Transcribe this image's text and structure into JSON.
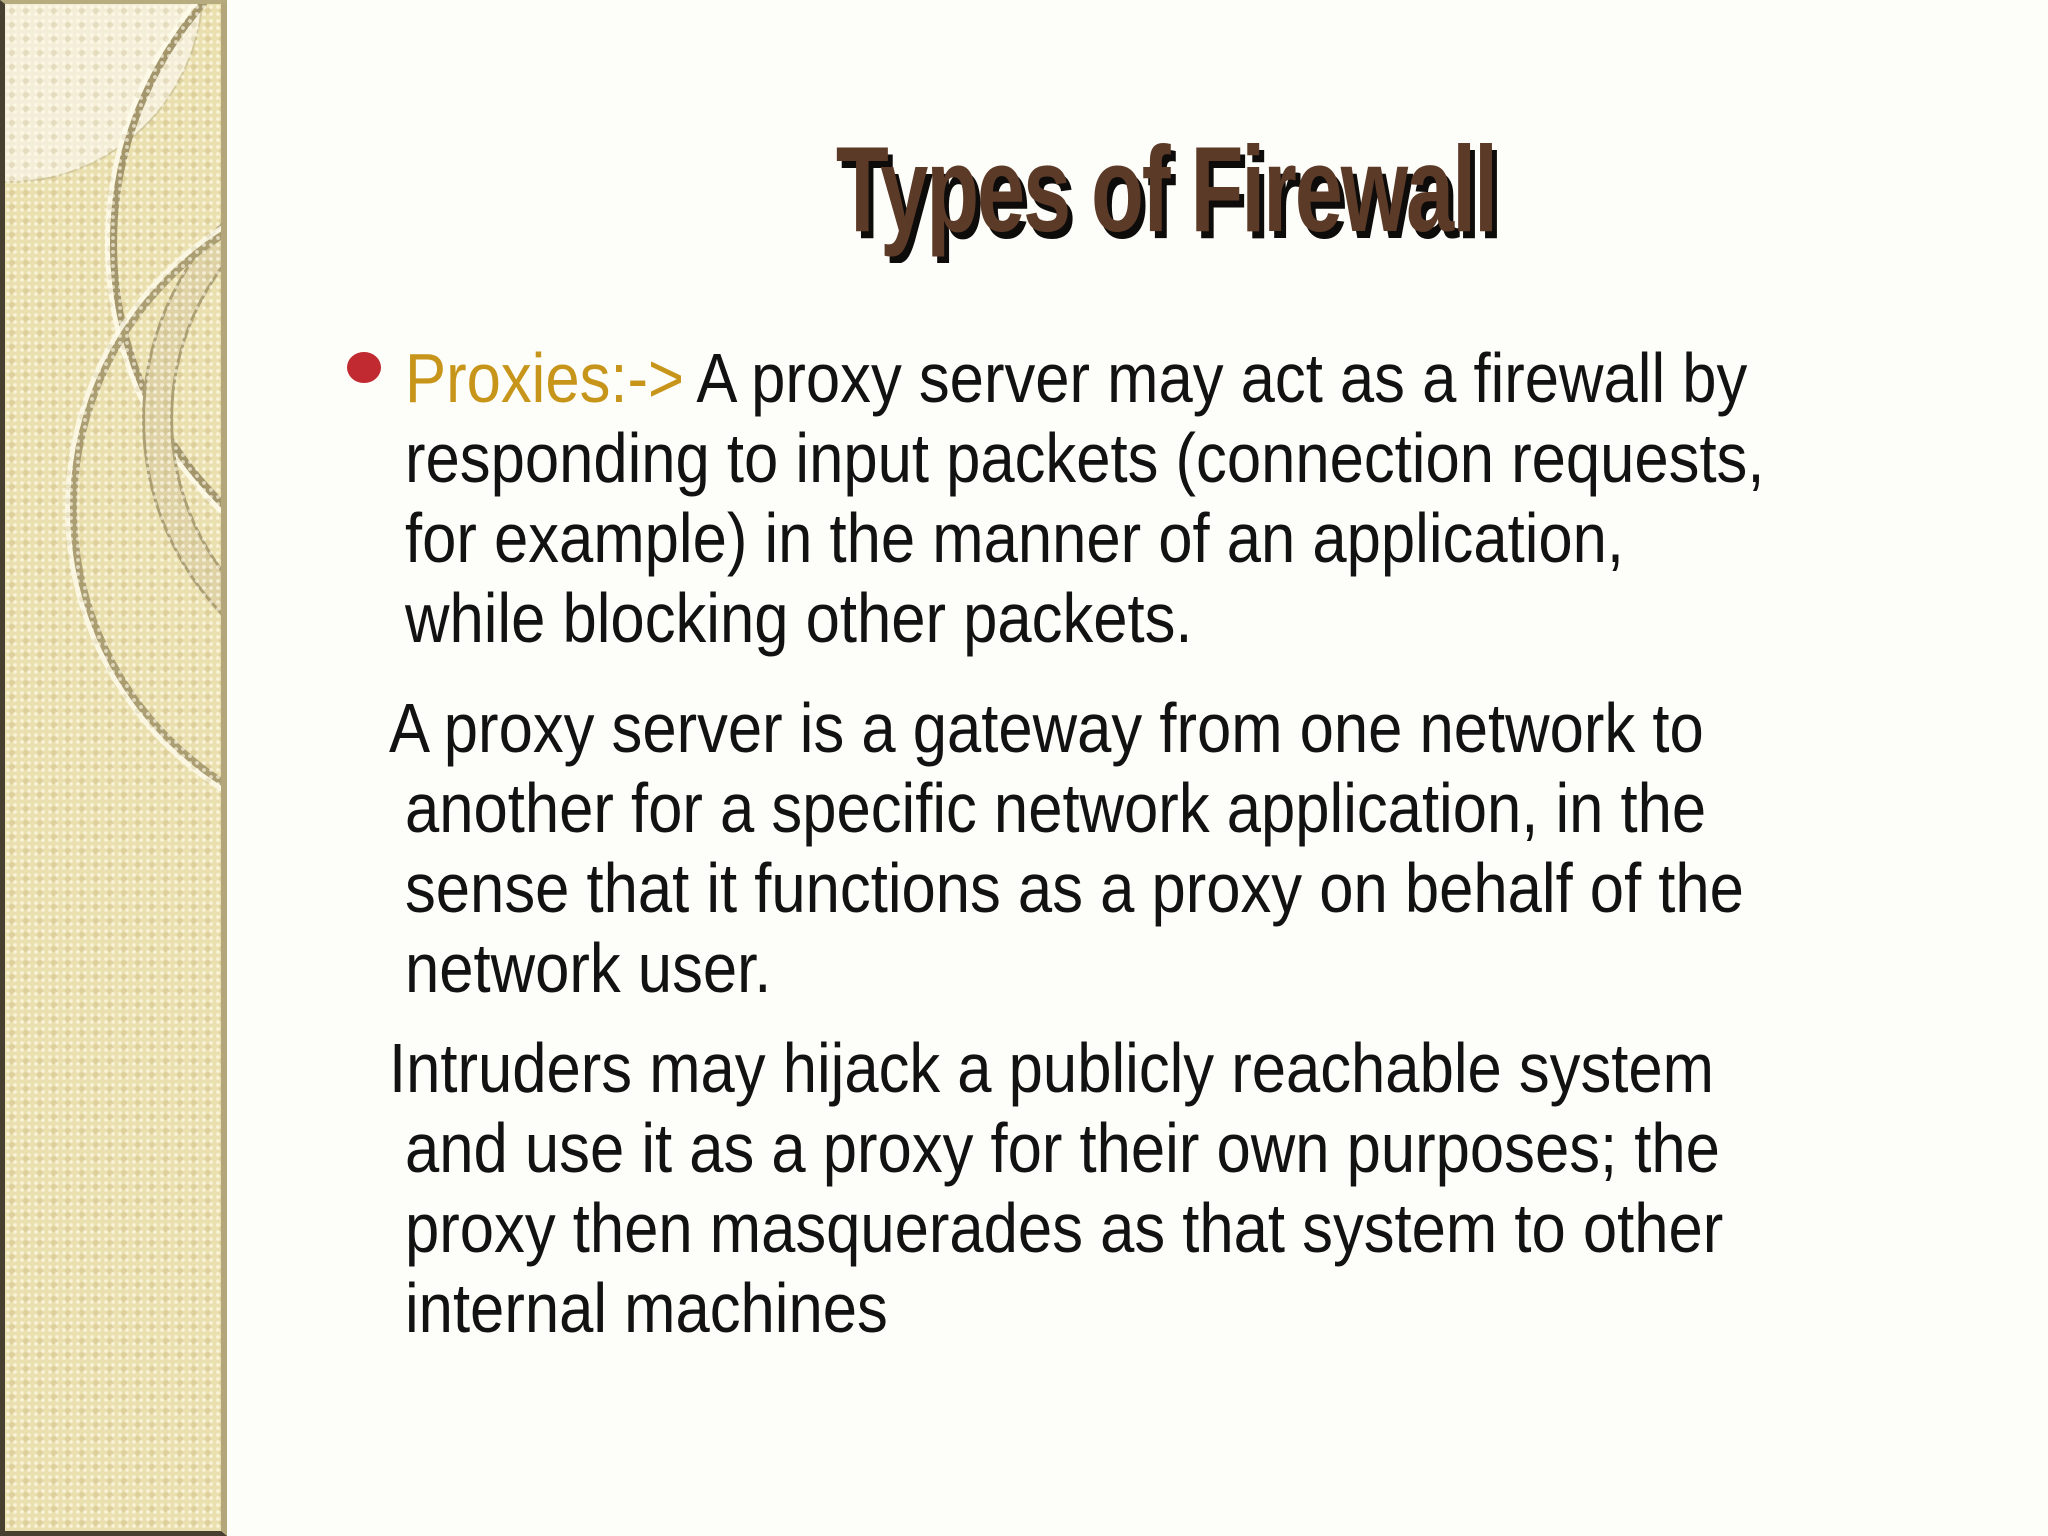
{
  "slide": {
    "title": "Types of Firewall",
    "paragraphs": [
      {
        "type": "bulleted",
        "bullet_icon": "red-disc",
        "lead": "Proxies:->",
        "lines": [
          "A proxy server may act as a firewall by",
          "responding to input packets (connection requests,",
          "for example) in the manner of an application,",
          "while blocking other packets."
        ]
      },
      {
        "type": "plain",
        "lines": [
          "A proxy server is a gateway from one network to",
          "another for a specific network application, in the",
          "sense that it functions as a proxy on behalf of the",
          "network user."
        ]
      },
      {
        "type": "plain",
        "lines": [
          "Intruders may hijack a publicly reachable system",
          "and use it as a proxy for their own purposes; the",
          "proxy then masquerades as that system to other",
          "internal machines"
        ]
      }
    ],
    "colors": {
      "title_text": "#5c3a28",
      "title_shadow": "#0e0c0a",
      "lead_text": "#c8951b",
      "bullet_fill": "#c02a30",
      "body_text": "#121212",
      "sidebar_base": "#eadfae",
      "sidebar_edge": "#b2a67a",
      "content_background": "#fdfdf9"
    }
  }
}
